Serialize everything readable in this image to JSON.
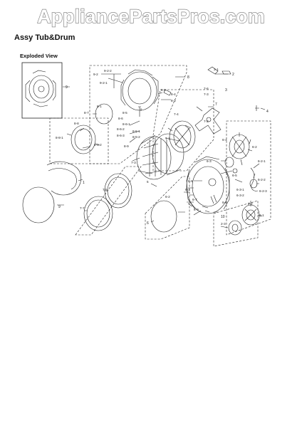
{
  "watermark": "AppliancePartsPros.com",
  "page": {
    "title": "Assy Tub&Drum",
    "subtitle": "Exploded View"
  },
  "callouts": {
    "c9": "9",
    "c9_2": "9-2",
    "c9_2_2": "9-2-2",
    "c9_2_1": "9-2-1",
    "c8": "8",
    "c8_1": "8-1",
    "c8_7": "8-7",
    "c8_8": "8-8",
    "c8_9": "8-9",
    "c8_8_1": "8-8-1",
    "c8_8_2": "8-8-2",
    "c8_5": "8-5",
    "c8_5_1": "8-5-1",
    "c8_5_2": "8-5-2",
    "c8_6": "8-6",
    "c8_6_1": "8-6-1",
    "c8_6_2": "8-6-2",
    "c8_6_3": "8-6-3",
    "c8_3": "8-3",
    "c8_4": "8-4",
    "c8_2": "8-2",
    "c3": "3",
    "c3_1": "3-1",
    "c2": "2",
    "c7": "7",
    "c7_3": "7-3",
    "c7_4": "7-4",
    "c7_2": "7-2",
    "c7_1": "7-1",
    "c4": "4",
    "c7_5": "7-5",
    "c7_6": "7-6",
    "c7_7": "7-7",
    "c1": "1",
    "c5": "5",
    "c6": "6",
    "c6_1": "6-1",
    "c6_2": "6-2",
    "c6_3": "6-3",
    "c6_4": "6-4",
    "c6_5": "6-5",
    "c6_6": "6-6",
    "c6_7": "6-7",
    "c6_8": "6-8",
    "c6_9": "6-9",
    "c6_2_1": "6-2-1",
    "c6_2_2": "6-2-2",
    "c6_2_3": "6-2-3",
    "c6_3_1": "6-3-1",
    "c6_3_2": "6-3-2",
    "c2_1": "2-1",
    "c2_2": "2-2",
    "c2_3": "2-3",
    "c10": "10"
  }
}
